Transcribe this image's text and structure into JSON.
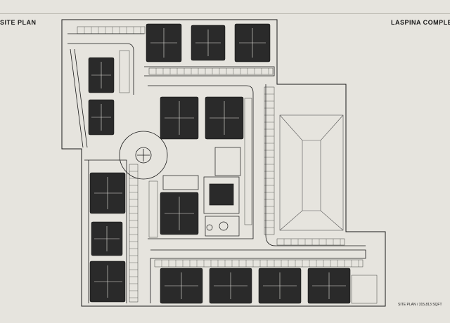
{
  "header": {
    "left_title": "SITE PLAN",
    "right_title": "LASPINA COMPLE"
  },
  "caption": "SITE PLAN / 315,813 SQFT",
  "colors": {
    "background": "#e6e4de",
    "line": "#1a1a1a",
    "building": "#2a2a2a"
  }
}
